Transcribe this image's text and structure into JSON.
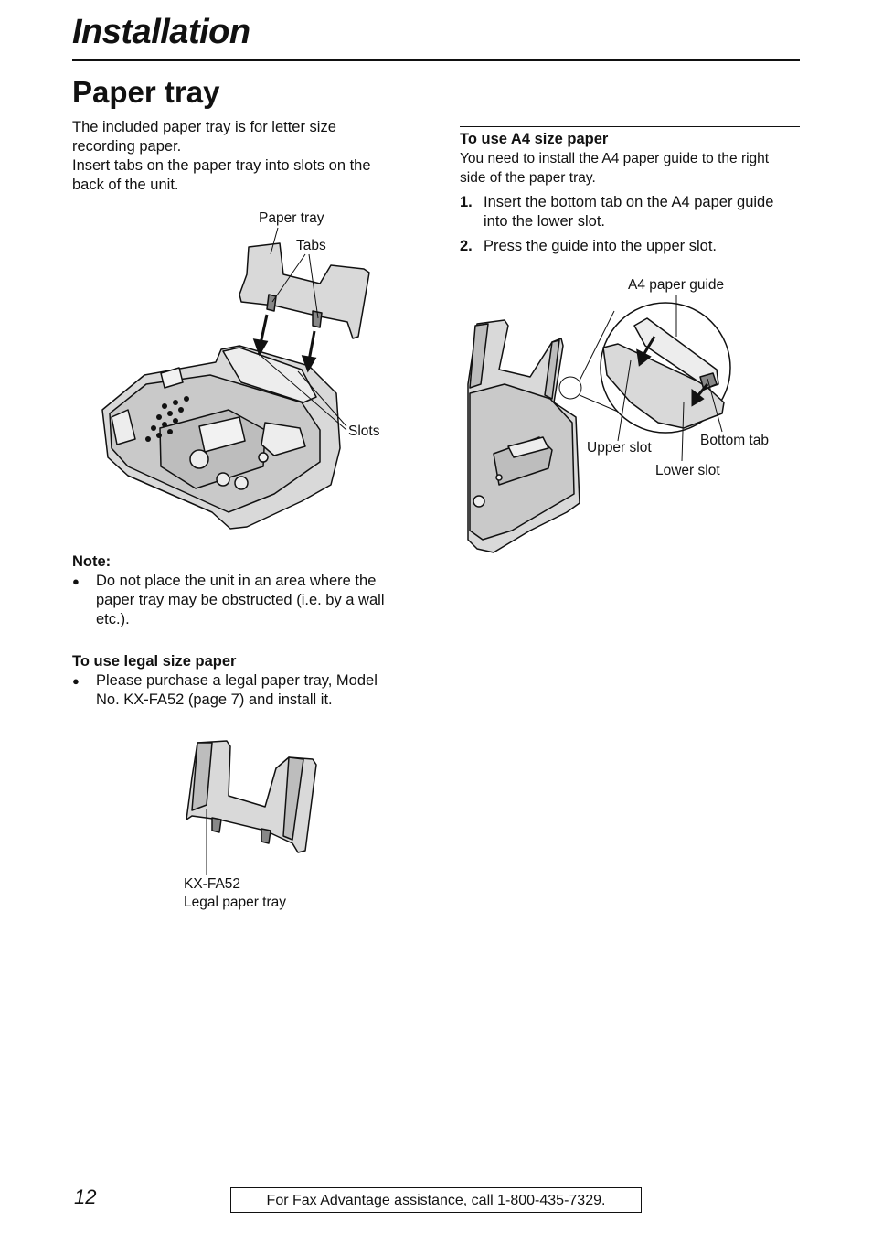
{
  "header": {
    "section_title": "Installation",
    "page_title": "Paper tray"
  },
  "intro": {
    "line1": "The included paper tray is for letter size",
    "line2": "recording paper.",
    "line3": "Insert tabs on the paper tray into slots on the",
    "line4": "back of the unit."
  },
  "figure1": {
    "label_paper_tray": "Paper tray",
    "label_tabs": "Tabs",
    "label_slots": "Slots"
  },
  "note": {
    "heading": "Note:",
    "bullet_line1": "Do not place the unit in an area where the",
    "bullet_line2": "paper tray may be obstructed (i.e. by a wall",
    "bullet_line3": "etc.)."
  },
  "legal": {
    "heading": "To use legal size paper",
    "bullet_line1": "Please purchase a legal paper tray, Model",
    "bullet_line2": "No. KX-FA52 (page 7) and install it.",
    "figure_label_line1": "KX-FA52",
    "figure_label_line2": "Legal paper tray"
  },
  "a4": {
    "heading": "To use A4 size paper",
    "desc_line1": "You need to install the A4 paper guide to the right",
    "desc_line2": "side of the paper tray.",
    "step1_num": "1.",
    "step1_line1": "Insert the bottom tab on the A4 paper guide",
    "step1_line2": "into the lower slot.",
    "step2_num": "2.",
    "step2_line1": "Press the guide into the upper slot.",
    "figure": {
      "label_guide": "A4 paper guide",
      "label_upper_slot": "Upper slot",
      "label_bottom_tab": "Bottom tab",
      "label_lower_slot": "Lower slot"
    }
  },
  "footer": {
    "page_number": "12",
    "assistance": "For Fax Advantage assistance, call 1-800-435-7329."
  }
}
